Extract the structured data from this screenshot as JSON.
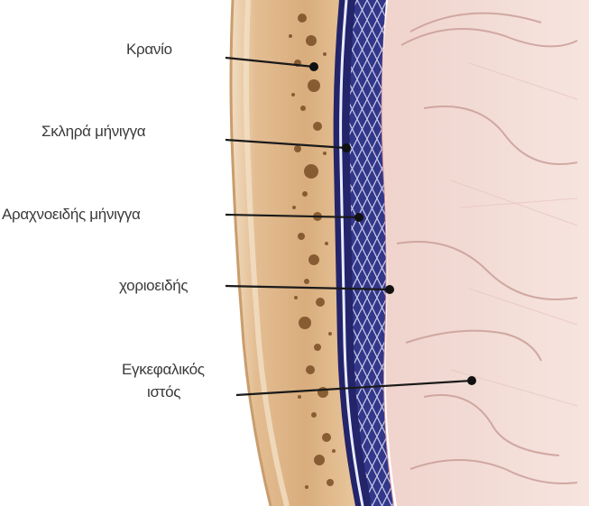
{
  "labels": {
    "skull": "Κρανίο",
    "dura": "Σκληρά μήνιγγα",
    "arachnoid": "Αραχνοειδής μήνιγγα",
    "choroid": "χοριοειδής",
    "brain_tissue_line1": "Εγκεφαλικός",
    "brain_tissue_line2": "ιστός"
  },
  "colors": {
    "skull_outer": "#e9c9a0",
    "skull_bone": "#dcae7e",
    "dura": "#2a2a6e",
    "arachnoid": "#3a3f8c",
    "brain": "#f2d9d4",
    "leader_line": "#1a1a1a"
  }
}
